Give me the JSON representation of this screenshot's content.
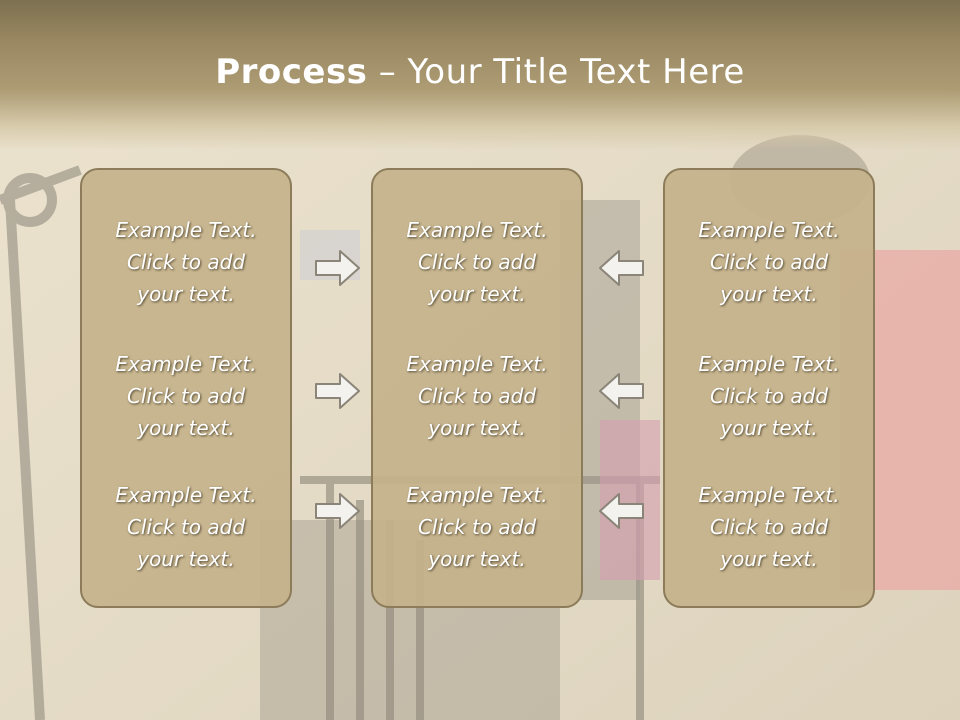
{
  "slide": {
    "title_bold": "Process",
    "title_rest": " – Your Title Text Here",
    "colors": {
      "title_band": "#97865f",
      "box_fill": "#c4b28b",
      "box_border": "#8c7c5a",
      "text": "#ffffff"
    }
  },
  "columns": [
    {
      "items": [
        {
          "line1": "Example Text.",
          "line2": "Click  to add",
          "line3": "your text."
        },
        {
          "line1": "Example Text.",
          "line2": "Click  to add",
          "line3": "your text."
        },
        {
          "line1": "Example Text.",
          "line2": "Click  to add",
          "line3": "your text."
        }
      ]
    },
    {
      "items": [
        {
          "line1": "Example Text.",
          "line2": "Click  to add",
          "line3": "your text."
        },
        {
          "line1": "Example Text.",
          "line2": "Click  to add",
          "line3": "your text."
        },
        {
          "line1": "Example Text.",
          "line2": "Click  to add",
          "line3": "your text."
        }
      ]
    },
    {
      "items": [
        {
          "line1": "Example Text.",
          "line2": "Click  to add",
          "line3": "your text."
        },
        {
          "line1": "Example Text.",
          "line2": "Click  to add",
          "line3": "your text."
        },
        {
          "line1": "Example Text.",
          "line2": "Click  to add",
          "line3": "your text."
        }
      ]
    }
  ],
  "icons": {
    "right_arrows": "arrow-right-icon",
    "left_arrows": "arrow-left-icon"
  }
}
